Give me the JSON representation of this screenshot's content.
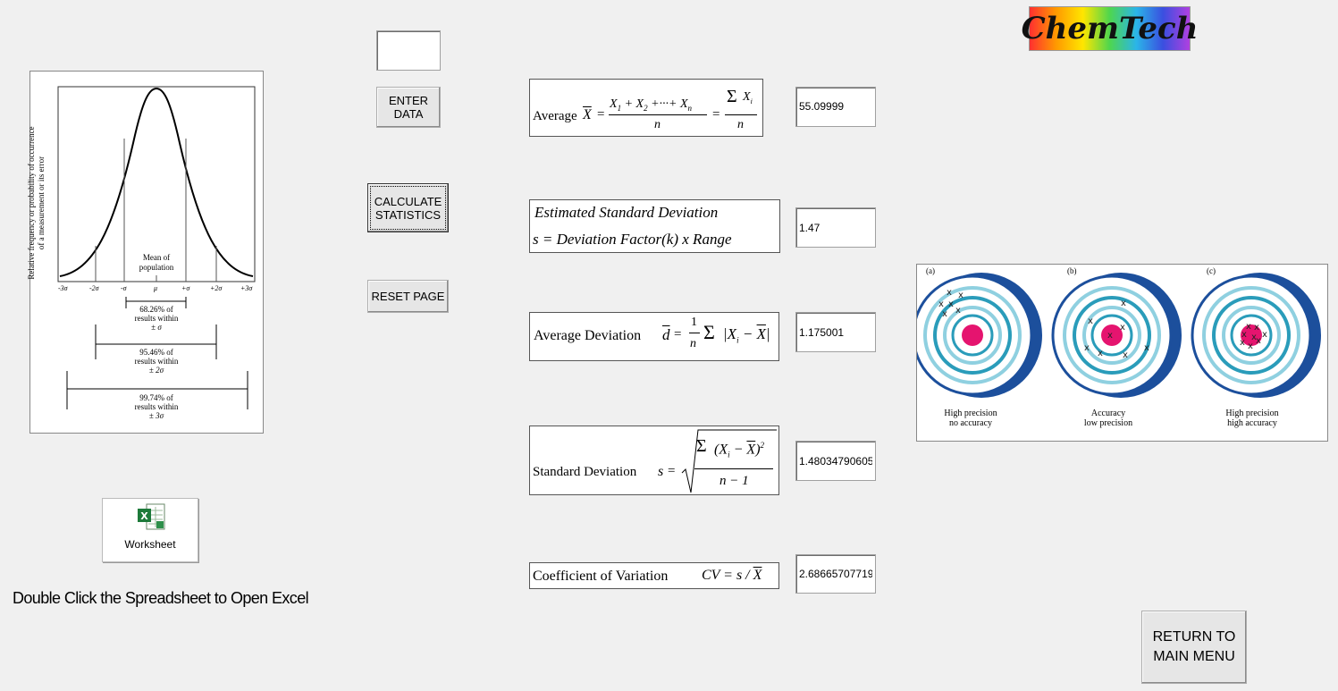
{
  "logo": {
    "text": "ChemTech"
  },
  "inputs": {
    "data_entry_value": ""
  },
  "buttons": {
    "enter_data": "ENTER\nDATA",
    "calculate": "CALCULATE\nSTATISTICS",
    "reset": "RESET PAGE",
    "return_menu": "RETURN TO\nMAIN MENU",
    "worksheet": "Worksheet"
  },
  "instruction": "Double Click the Spreadsheet to Open Excel",
  "formulas": {
    "average_label": "Average",
    "est_sd_line1": "Estimated Standard Deviation",
    "est_sd_line2": "s = Deviation Factor(k) x Range",
    "avg_dev_label": "Average Deviation",
    "sd_label": "Standard Deviation",
    "cv_label": "Coefficient of Variation"
  },
  "results": {
    "average": "55.09999",
    "est_sd": "1.47",
    "avg_deviation": "1.175001",
    "std_deviation": "1.48034790605",
    "cv": "2.68665707719"
  },
  "bell_figure": {
    "y_label_1": "Relative frequency or probability of occurrence",
    "y_label_2": "of a measurement or its error",
    "ticks": [
      "-3σ",
      "-2σ",
      "-σ",
      "μ",
      "+σ",
      "+2σ",
      "+3σ"
    ],
    "mean_label_1": "Mean of",
    "mean_label_2": "population",
    "band1": [
      "68.26% of",
      "results within",
      "± σ"
    ],
    "band2": [
      "95.46% of",
      "results within",
      "± 2σ"
    ],
    "band3": [
      "99.74% of",
      "results within",
      "± 3σ"
    ]
  },
  "targets_figure": {
    "a": {
      "tag": "(a)",
      "line1": "High precision",
      "line2": "no accuracy"
    },
    "b": {
      "tag": "(b)",
      "line1": "Accuracy",
      "line2": "low precision"
    },
    "c": {
      "tag": "(c)",
      "line1": "High precision",
      "line2": "high accuracy"
    }
  },
  "colors": {
    "target_ring_dark": "#1c4f9c",
    "target_ring_light": "#8fd0e0",
    "bullseye": "#e5146f"
  }
}
